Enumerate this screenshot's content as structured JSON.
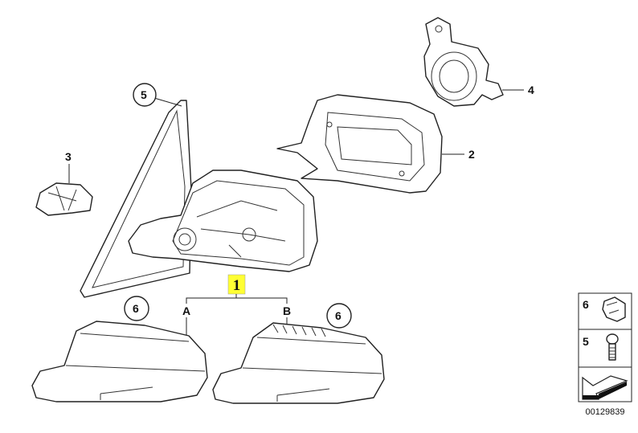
{
  "diagram": {
    "callouts": {
      "part_1": "1",
      "part_2": "2",
      "part_3": "3",
      "part_4": "4",
      "part_5": "5",
      "part_6_left": "6",
      "part_6_right": "6",
      "variant_a": "A",
      "variant_b": "B"
    },
    "highlight_color": "#ffff33",
    "legend": {
      "rows": [
        {
          "number": "6",
          "icon": "clip-icon"
        },
        {
          "number": "5",
          "icon": "screw-icon"
        },
        {
          "number": "",
          "icon": "direction-arrow-icon"
        }
      ],
      "diagram_number": "00129839"
    }
  }
}
